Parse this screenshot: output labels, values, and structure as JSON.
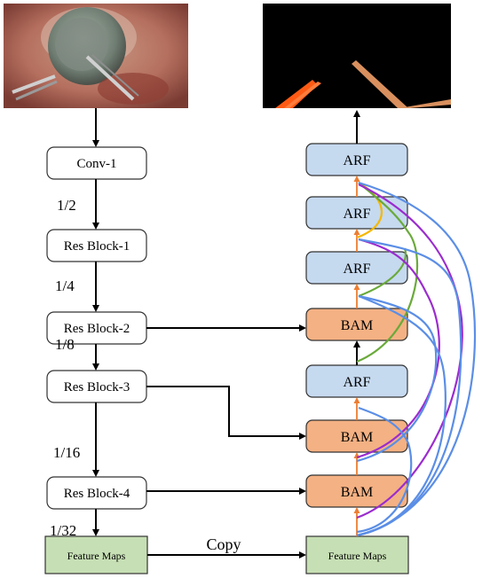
{
  "colors": {
    "encoder_box": "#ffffff",
    "arf_box": "#c5d9ef",
    "bam_box": "#f4b183",
    "feature_box": "#c6dfb4",
    "arrow_main": "#000000",
    "arrow_orange": "#ed7d31",
    "arc_yellow": "#f5b700",
    "arc_green": "#6aaa3a",
    "arc_purple": "#9b2ccf",
    "arc_blue": "#5b8ee6",
    "mask_background": "#000000",
    "instrument_left": "#ff5a14",
    "instrument_right": "#d9905e"
  },
  "images": {
    "input": "surgical-frame-photo",
    "output": "segmentation-mask"
  },
  "encoder": {
    "blocks": [
      "Conv-1",
      "Res Block-1",
      "Res Block-2",
      "Res Block-3",
      "Res Block-4"
    ],
    "scales": [
      "1/2",
      "1/4",
      "1/8",
      "1/16",
      "1/32"
    ],
    "feature_maps": "Feature Maps"
  },
  "decoder": {
    "blocks": [
      "ARF",
      "ARF",
      "ARF",
      "BAM",
      "ARF",
      "BAM",
      "BAM"
    ],
    "feature_maps": "Feature Maps"
  },
  "copy_label": "Copy"
}
